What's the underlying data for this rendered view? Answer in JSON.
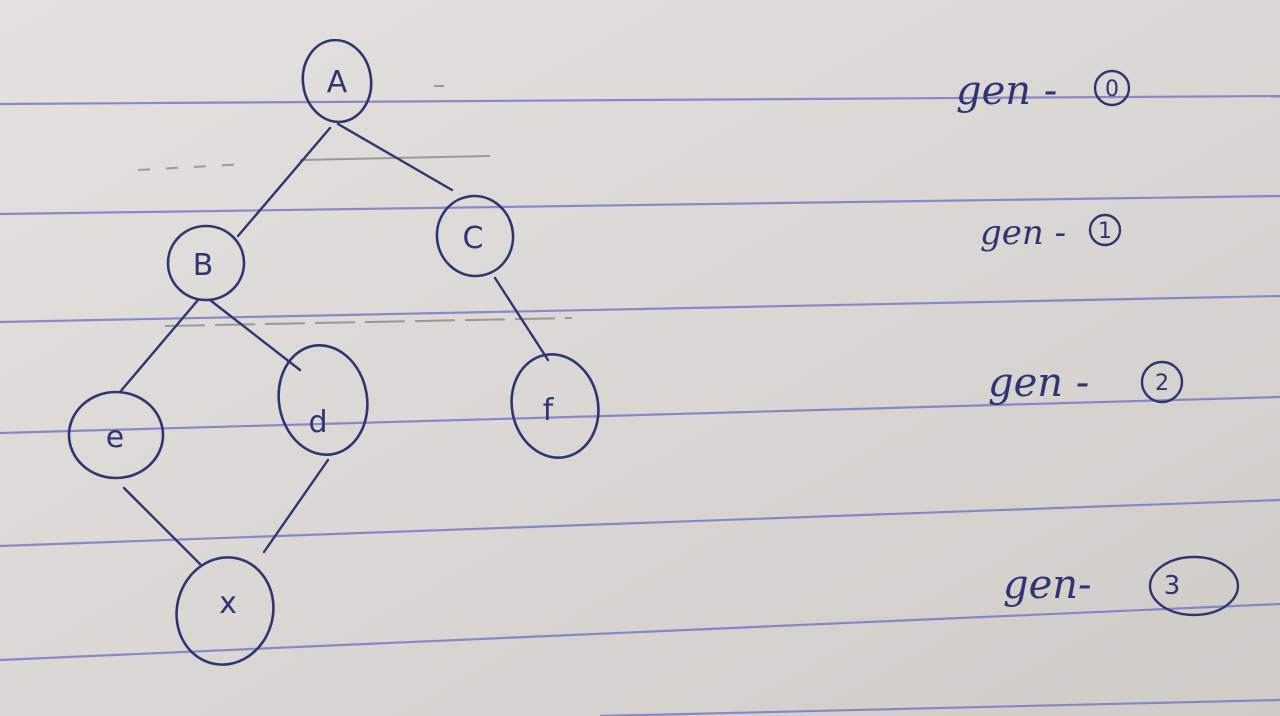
{
  "colors": {
    "paper": "#dcd9d6",
    "rule_line": "#7b79c4",
    "ink": "#2f3572"
  },
  "nodes": [
    {
      "id": "A",
      "label": "A"
    },
    {
      "id": "B",
      "label": "B"
    },
    {
      "id": "C",
      "label": "C"
    },
    {
      "id": "e",
      "label": "e"
    },
    {
      "id": "d",
      "label": "d"
    },
    {
      "id": "f",
      "label": "f"
    },
    {
      "id": "x",
      "label": "x"
    }
  ],
  "edges": [
    {
      "from": "A",
      "to": "B"
    },
    {
      "from": "A",
      "to": "C"
    },
    {
      "from": "B",
      "to": "e"
    },
    {
      "from": "B",
      "to": "d"
    },
    {
      "from": "C",
      "to": "f"
    },
    {
      "from": "e",
      "to": "x"
    },
    {
      "from": "d",
      "to": "x"
    }
  ],
  "generations": [
    {
      "text": "gen -",
      "number": "0"
    },
    {
      "text": "gen -",
      "number": "1"
    },
    {
      "text": "gen -",
      "number": "2"
    },
    {
      "text": "gen-",
      "number": "3"
    }
  ]
}
